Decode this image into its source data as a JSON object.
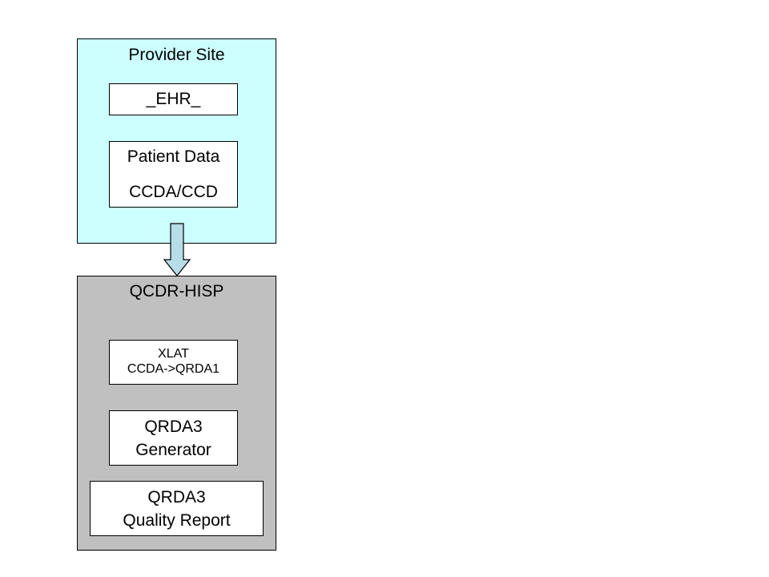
{
  "colors": {
    "provider_fill": "#ccffff",
    "hisp_fill": "#c0c0c0",
    "box_fill": "#ffffff",
    "arrow_fill": "#b7dde8",
    "stroke": "#000000"
  },
  "provider_site": {
    "title": "Provider Site",
    "ehr": {
      "label": "_EHR_"
    },
    "patient_data": {
      "line1": "Patient Data",
      "line2": "CCDA/CCD"
    }
  },
  "qcdr_hisp": {
    "title": "QCDR-HISP",
    "xlat": {
      "line1": "XLAT",
      "line2": "CCDA->QRDA1"
    },
    "generator": {
      "line1": "QRDA3",
      "line2": "Generator"
    },
    "quality_report": {
      "line1": "QRDA3",
      "line2": "Quality Report"
    }
  },
  "connector": {
    "icon": "down-arrow-icon"
  }
}
